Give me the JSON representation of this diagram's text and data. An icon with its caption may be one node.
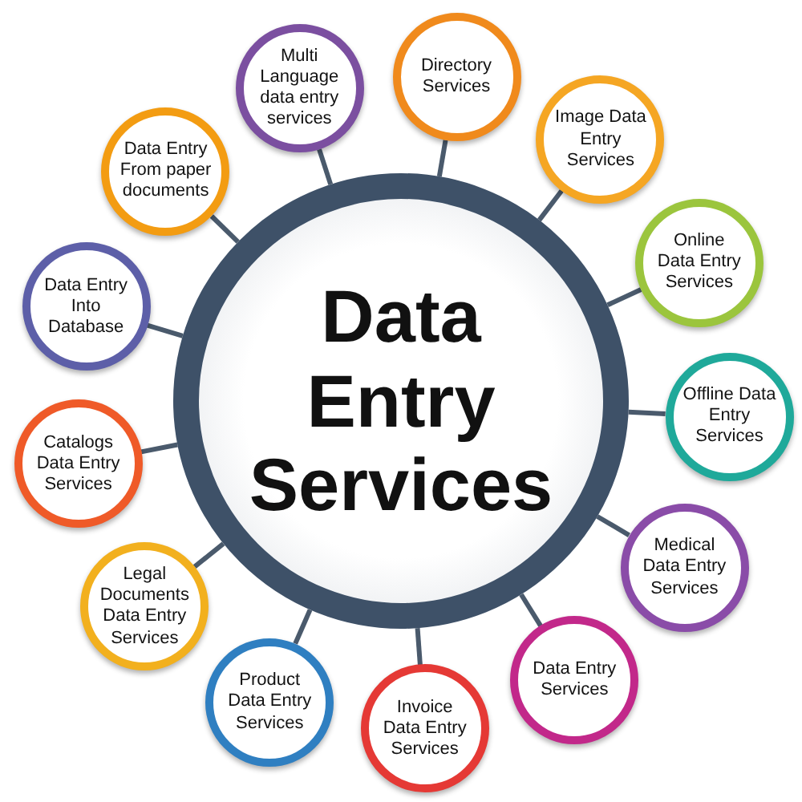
{
  "diagram": {
    "nodes": [
      {
        "text": [
          "Data Entry Services"
        ]
      },
      {
        "text": [
          "Multi Language data entry services"
        ]
      },
      {
        "text": [
          "Directory Services"
        ]
      },
      {
        "text": [
          "Image Data Entry Services"
        ]
      },
      {
        "text": [
          "Online Data Entry Services"
        ]
      },
      {
        "text": [
          "Offline Data Entry Services"
        ]
      },
      {
        "text": [
          "Medical Data Entry Services"
        ]
      },
      {
        "text": [
          "Data Entry Services"
        ]
      },
      {
        "text": [
          "Invoice Data Entry Services"
        ]
      },
      {
        "text": [
          "Product Data Entry Services"
        ]
      },
      {
        "text": [
          "Legal Documents Data Entry Services"
        ]
      },
      {
        "text": [
          "Catalogs Data Entry Services"
        ]
      },
      {
        "text": [
          "Data Entry Into Database"
        ]
      },
      {
        "text": [
          "Data Entry From paper documents"
        ]
      }
    ],
    "edges": [
      {
        "from": 0,
        "to": 1,
        "arrow": "none"
      },
      {
        "from": 0,
        "to": 2,
        "arrow": "none"
      },
      {
        "from": 0,
        "to": 3,
        "arrow": "none"
      },
      {
        "from": 0,
        "to": 4,
        "arrow": "none"
      },
      {
        "from": 0,
        "to": 5,
        "arrow": "none"
      },
      {
        "from": 0,
        "to": 6,
        "arrow": "none"
      },
      {
        "from": 0,
        "to": 7,
        "arrow": "none"
      },
      {
        "from": 0,
        "to": 8,
        "arrow": "none"
      },
      {
        "from": 0,
        "to": 9,
        "arrow": "none"
      },
      {
        "from": 0,
        "to": 10,
        "arrow": "none"
      },
      {
        "from": 0,
        "to": 11,
        "arrow": "none"
      },
      {
        "from": 0,
        "to": 12,
        "arrow": "none"
      },
      {
        "from": 0,
        "to": 13,
        "arrow": "none"
      }
    ]
  }
}
